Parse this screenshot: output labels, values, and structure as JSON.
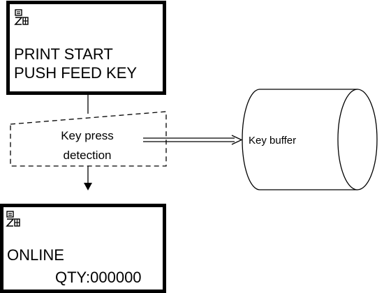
{
  "screen_top": {
    "line1": "PRINT START",
    "line2": "PUSH FEED KEY",
    "icon": "mode-icon"
  },
  "detection_box": {
    "line1": "Key press",
    "line2": "detection"
  },
  "buffer": {
    "label": "Key buffer"
  },
  "screen_bottom": {
    "line1": "ONLINE",
    "line2": "QTY:000000",
    "icon": "mode-icon"
  }
}
